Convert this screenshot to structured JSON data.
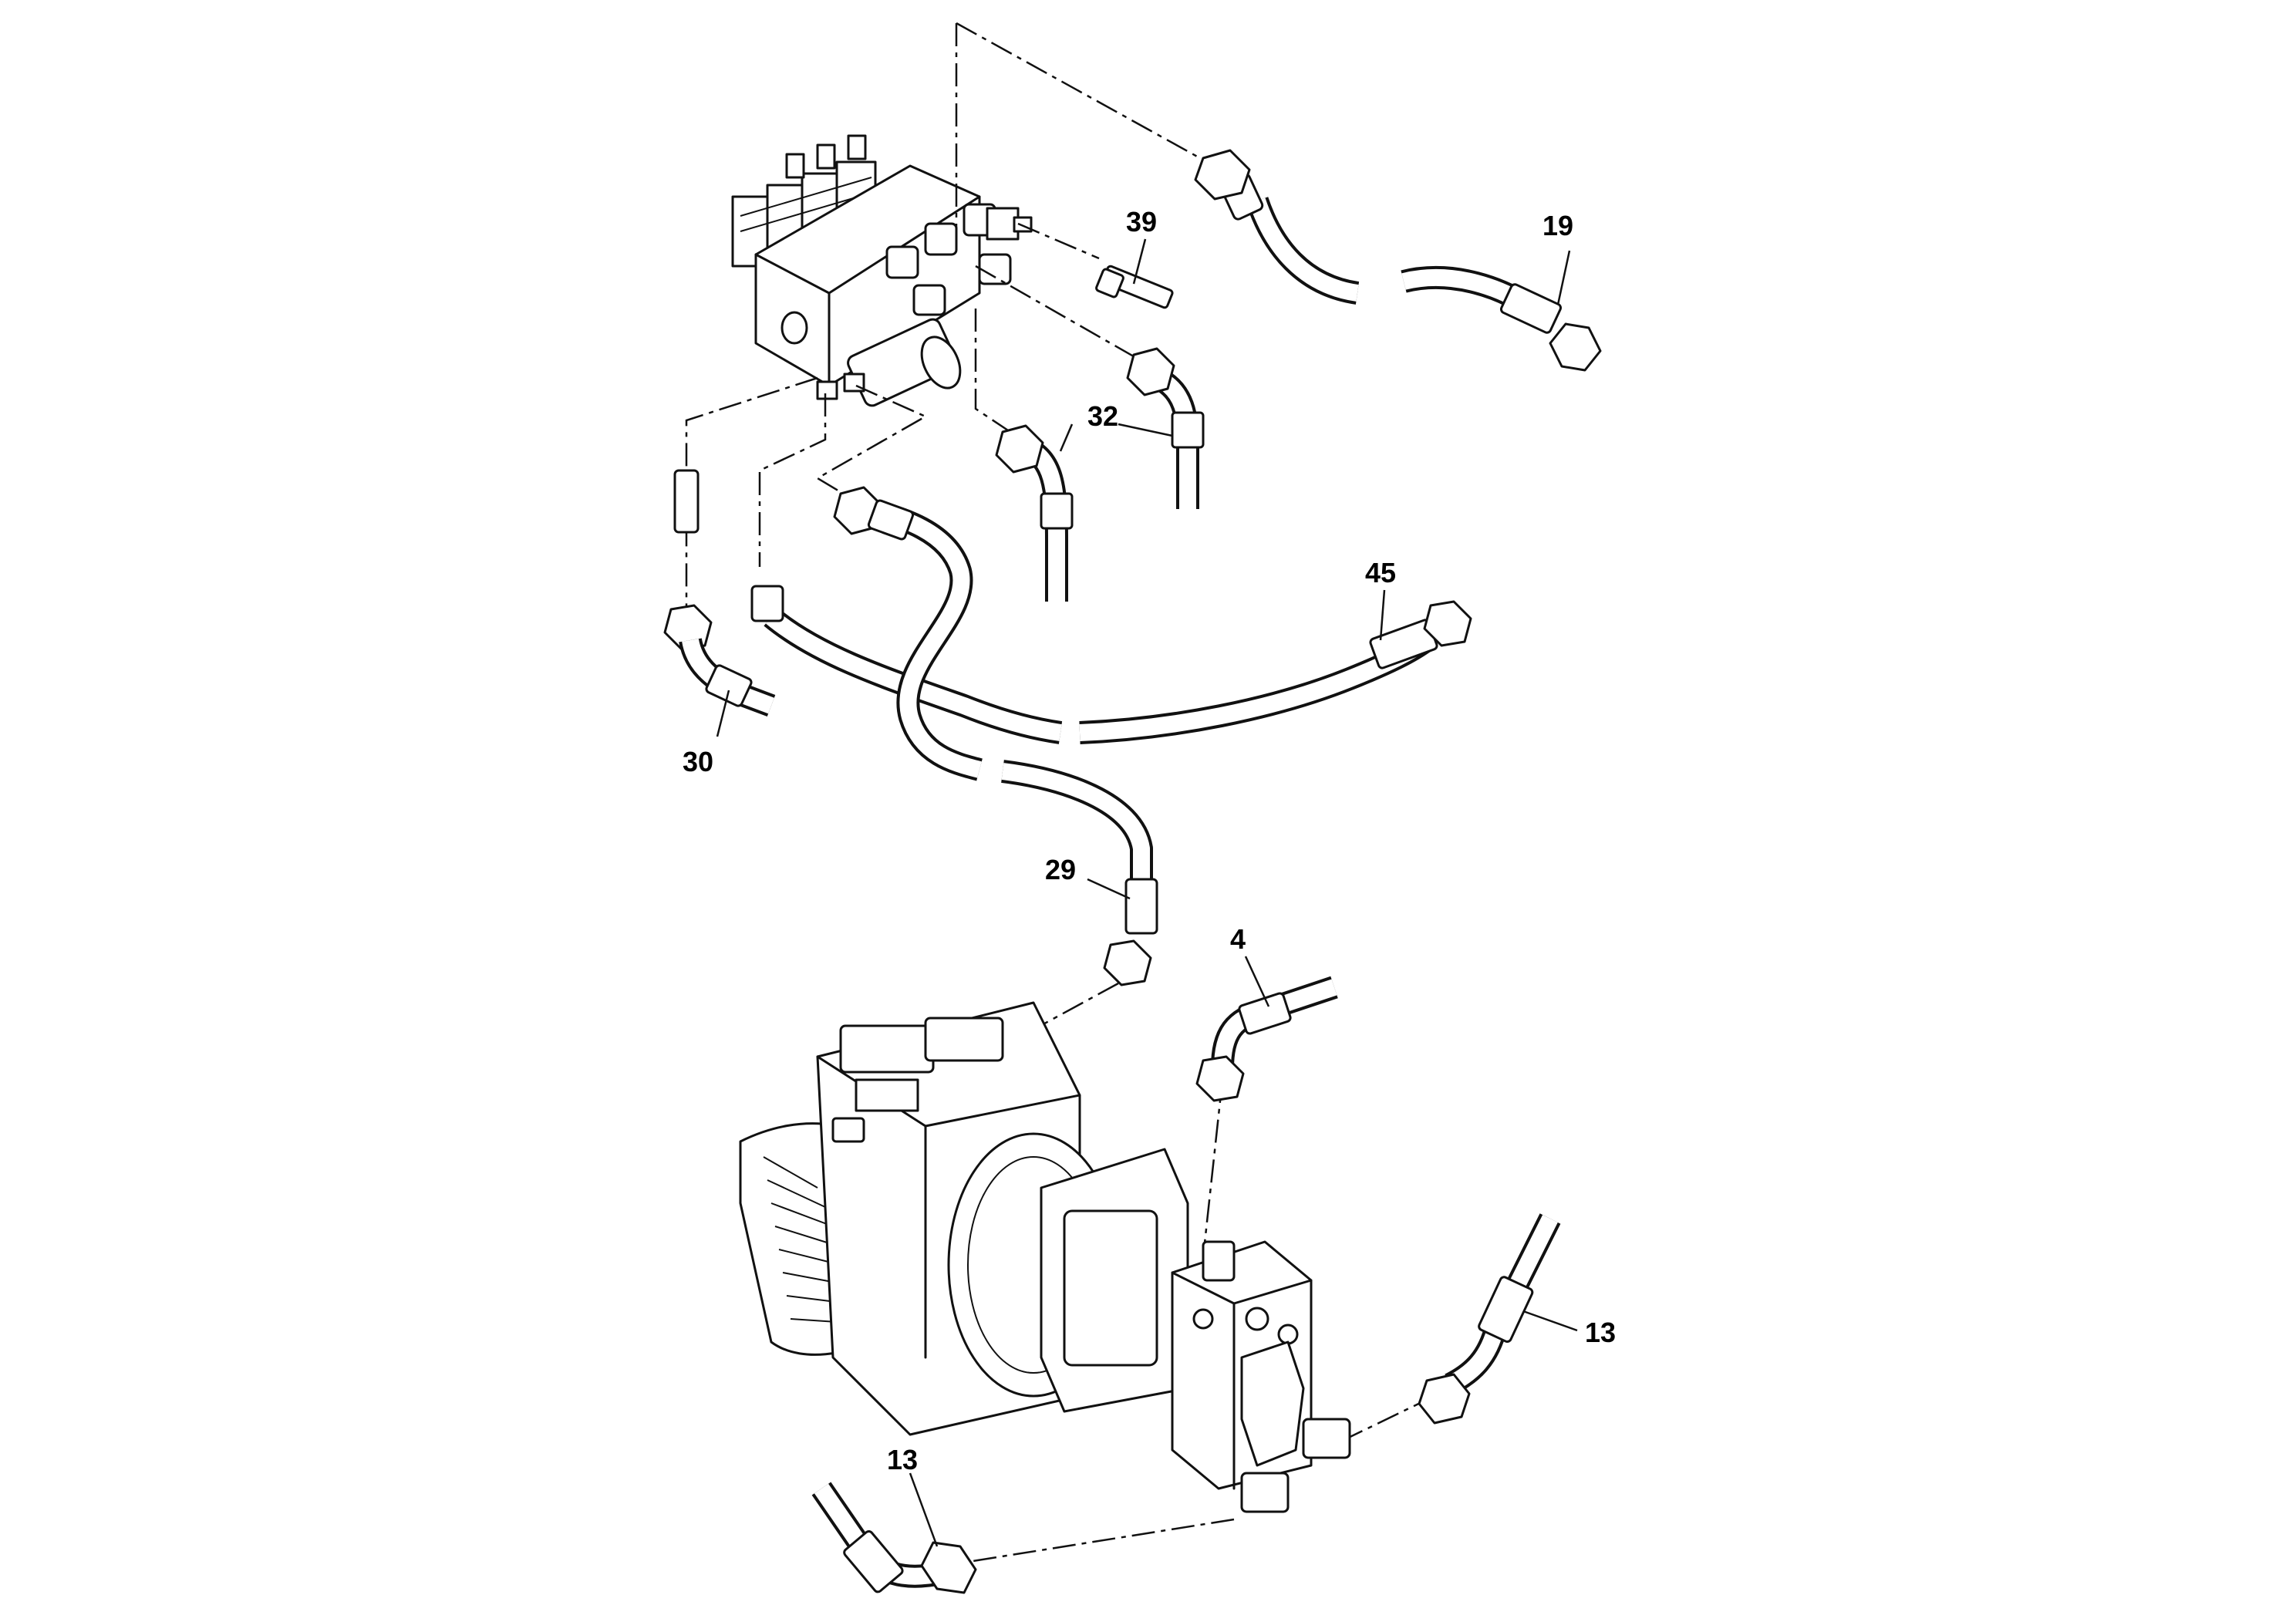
{
  "diagram": {
    "callouts": {
      "c19": "19",
      "c39": "39",
      "c32": "32",
      "c45": "45",
      "c30": "30",
      "c29": "29",
      "c4": "4",
      "c13_right": "13",
      "c13_bottom": "13"
    }
  },
  "colors": {
    "line": "#111111",
    "background": "#ffffff"
  }
}
